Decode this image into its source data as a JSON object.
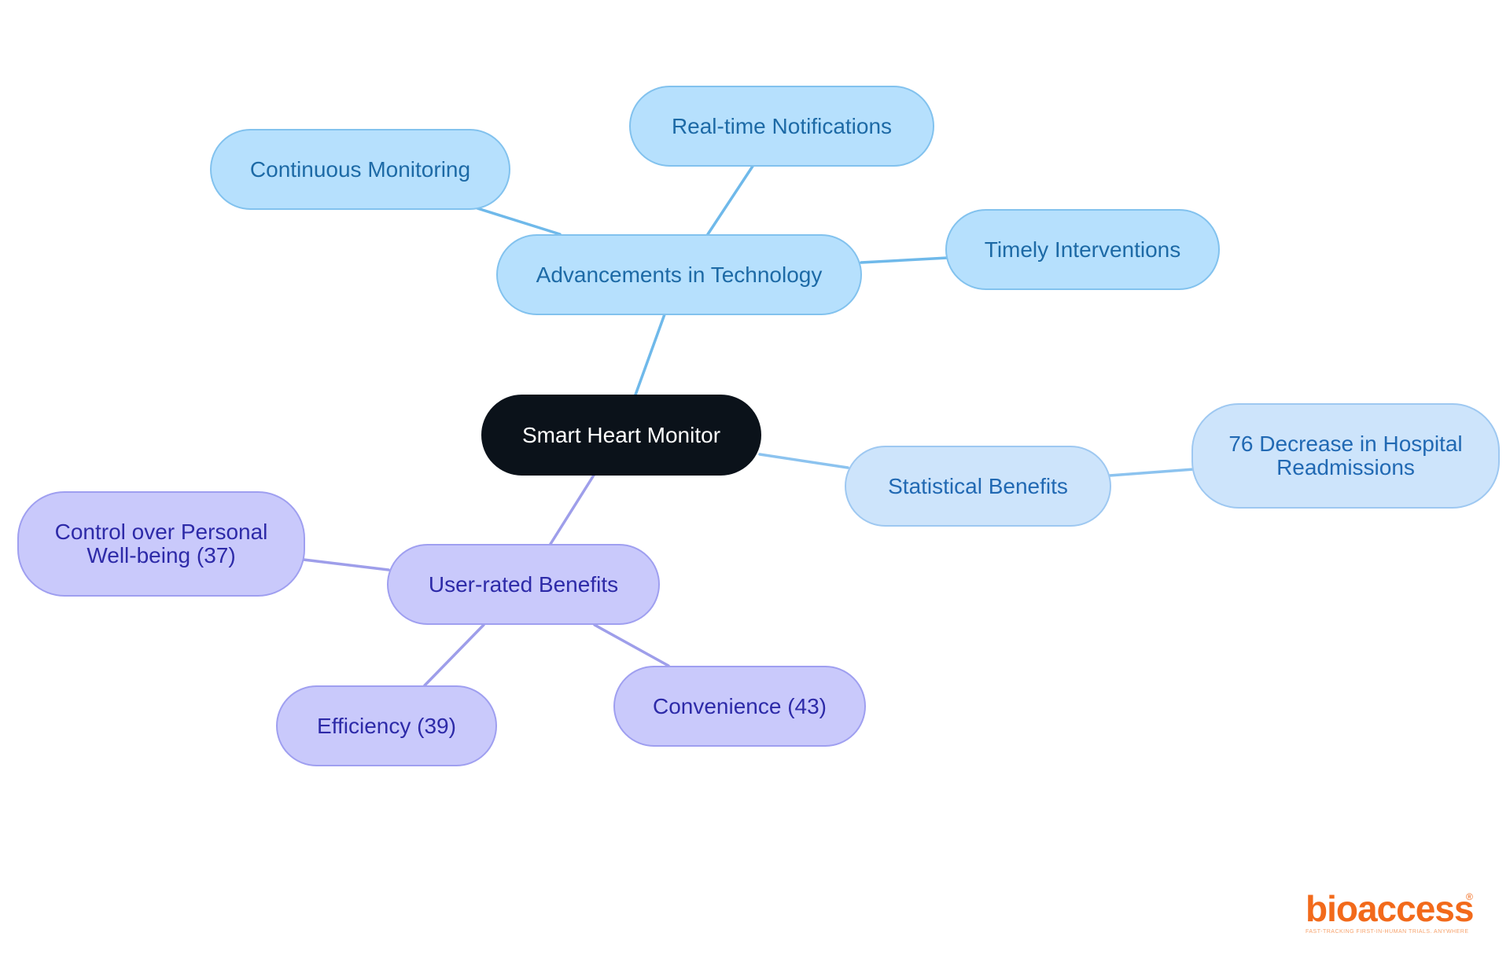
{
  "mindmap": {
    "root": "Smart Heart Monitor",
    "technology": {
      "label": "Advancements in Technology",
      "children": [
        "Continuous Monitoring",
        "Real-time Notifications",
        "Timely Interventions"
      ]
    },
    "statistics": {
      "label": "Statistical Benefits",
      "children": [
        "76 Decrease in Hospital Readmissions"
      ]
    },
    "user_benefits": {
      "label": "User-rated Benefits",
      "children": [
        "Control over Personal Well-being (37)",
        "Efficiency (39)",
        "Convenience (43)"
      ]
    }
  },
  "colors": {
    "root_fill": "#0b121a",
    "technology_fill": "#b6e0fd",
    "statistics_fill": "#cde4fb",
    "user_benefits_fill": "#c9c9fb",
    "logo": "#f26a1b"
  },
  "logo": {
    "wordmark": "bioaccess",
    "registered": "®",
    "tagline": "FAST-TRACKING FIRST-IN-HUMAN TRIALS. ANYWHERE"
  }
}
